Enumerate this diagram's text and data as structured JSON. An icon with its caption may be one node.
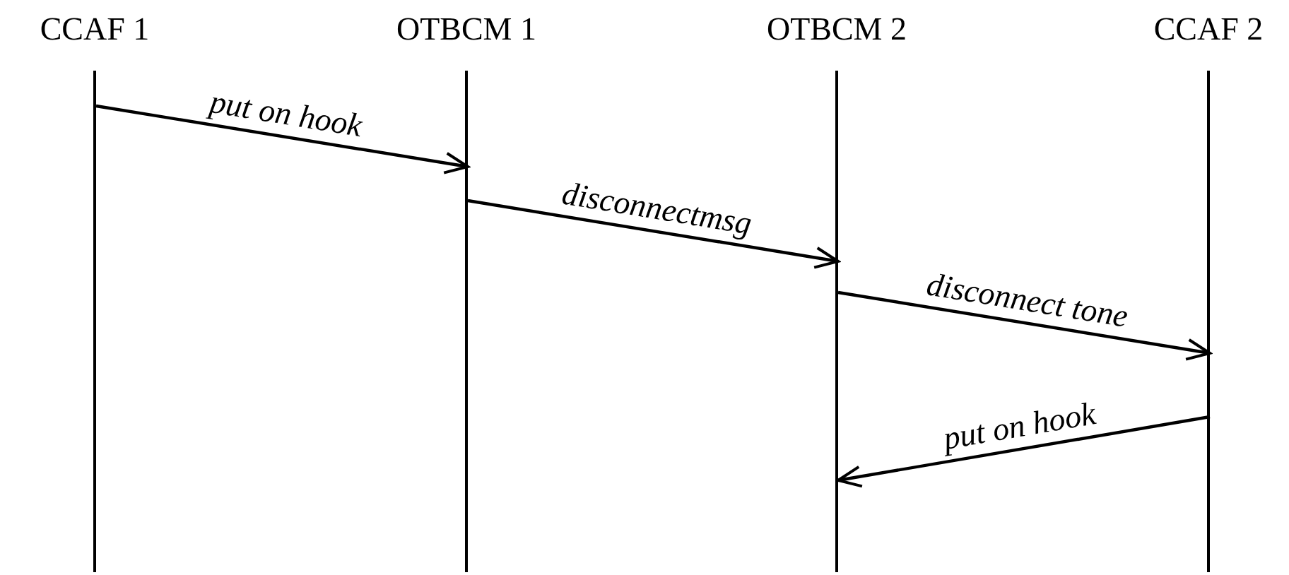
{
  "diagram": {
    "nodes": [
      {
        "text": [
          "CCAF 1"
        ]
      },
      {
        "text": [
          "OTBCM 1"
        ]
      },
      {
        "text": [
          "OTBCM 2"
        ]
      },
      {
        "text": [
          "CCAF 2"
        ]
      }
    ],
    "edges": [
      {
        "from": 0,
        "to": 1,
        "arrow": "to",
        "label": "put on hook"
      },
      {
        "from": 1,
        "to": 2,
        "arrow": "to",
        "label": "disconnectmsg"
      },
      {
        "from": 2,
        "to": 3,
        "arrow": "to",
        "label": "disconnect tone"
      },
      {
        "from": 3,
        "to": 2,
        "arrow": "to",
        "label": "put on hook"
      }
    ]
  }
}
